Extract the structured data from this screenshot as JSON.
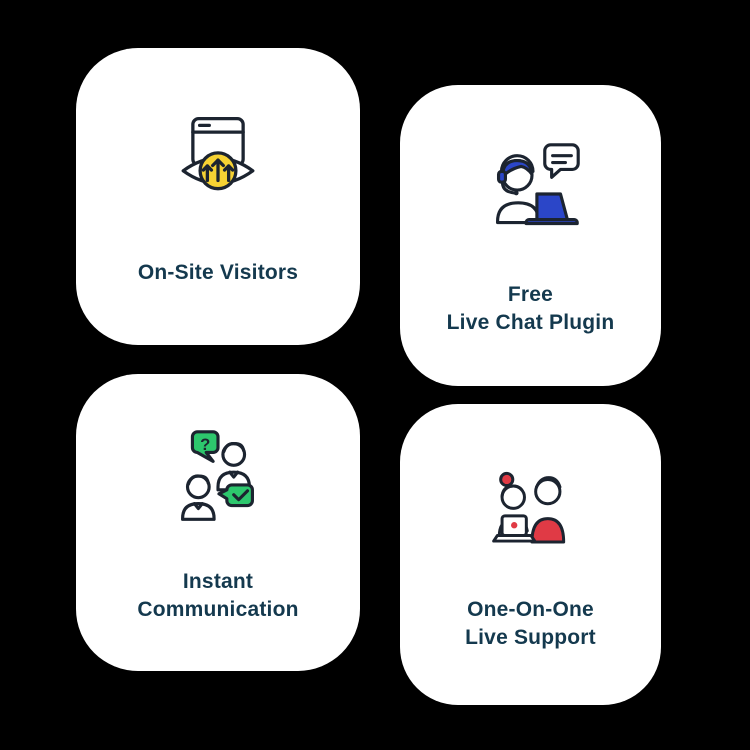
{
  "canvas": {
    "background": "#000000"
  },
  "colors": {
    "card_background": "#ffffff",
    "title_text": "#14394e",
    "icon_outline": "#1c2430",
    "accent_yellow": "#f6d233",
    "accent_blue": "#2b46c8",
    "accent_green": "#2dc76d",
    "accent_red": "#e03a45"
  },
  "icons": {
    "question_mark": "?"
  },
  "cards": [
    {
      "name": "on-site-visitors",
      "icon": "browser-eye-arrows-icon",
      "line1": "On-Site Visitors",
      "line2": ""
    },
    {
      "name": "free-live-chat-plugin",
      "icon": "support-agent-headset-icon",
      "line1": "Free",
      "line2": "Live Chat Plugin"
    },
    {
      "name": "instant-communication",
      "icon": "chat-bubbles-people-icon",
      "line1": "Instant",
      "line2": "Communication"
    },
    {
      "name": "one-on-one-live-support",
      "icon": "two-people-laptop-icon",
      "line1": "One-On-One",
      "line2": "Live Support"
    }
  ]
}
